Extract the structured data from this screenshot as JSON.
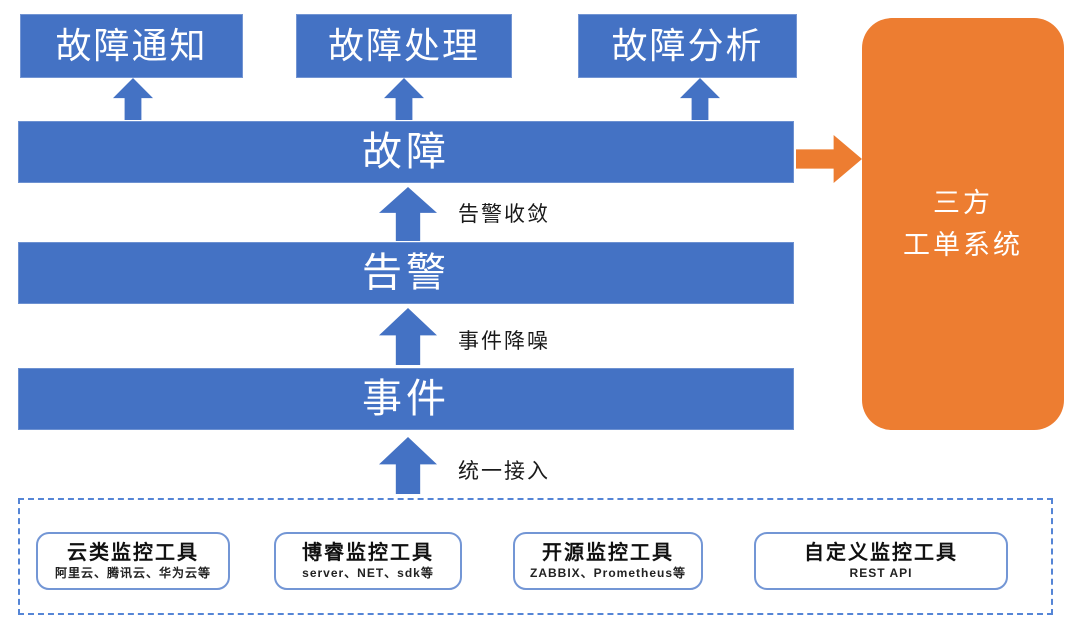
{
  "palette": {
    "blue": "#4472C4",
    "orange": "#ED7D31",
    "tool_box_border": "#7396D5",
    "dashed_border": "#5585D6"
  },
  "outputs": [
    {
      "label": "故障通知"
    },
    {
      "label": "故障处理"
    },
    {
      "label": "故障分析"
    }
  ],
  "layers": [
    {
      "label": "故障",
      "arrow_label": "告警收敛"
    },
    {
      "label": "告警",
      "arrow_label": "事件降噪"
    },
    {
      "label": "事件",
      "arrow_label": "统一接入"
    }
  ],
  "third_party_box": {
    "line1": "三方",
    "line2": "工单系统"
  },
  "tools": [
    {
      "title": "云类监控工具",
      "subtitle": "阿里云、腾讯云、华为云等"
    },
    {
      "title": "博睿监控工具",
      "subtitle": "server、NET、sdk等"
    },
    {
      "title": "开源监控工具",
      "subtitle": "ZABBIX、Prometheus等"
    },
    {
      "title": "自定义监控工具",
      "subtitle": "REST API"
    }
  ]
}
